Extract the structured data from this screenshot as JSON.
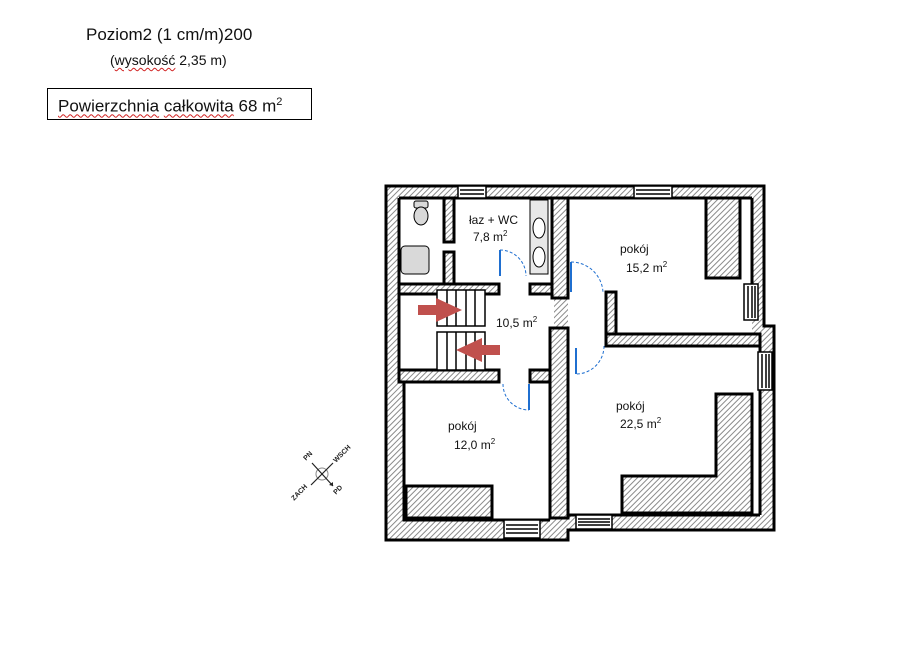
{
  "header": {
    "title": "Poziom2 (1 cm/m)200",
    "height_prefix": "(",
    "height_word": "wysokość",
    "height_value": " 2,35 m)",
    "total_area_word1": "Powierzchnia",
    "total_area_word2": "całkowita",
    "total_area_value": " 68 m",
    "total_area_sup": "2"
  },
  "rooms": [
    {
      "id": "bathroom",
      "name": "łaz + WC",
      "area": "7,8 m",
      "sup": "2"
    },
    {
      "id": "hall",
      "name": "",
      "area": "10,5 m",
      "sup": "2"
    },
    {
      "id": "room-ne",
      "name": "pokój",
      "area": "15,2 m",
      "sup": "2"
    },
    {
      "id": "room-sw",
      "name": "pokój",
      "area": "12,0 m",
      "sup": "2"
    },
    {
      "id": "room-se",
      "name": "pokój",
      "area": "22,5 m",
      "sup": "2"
    }
  ],
  "compass": {
    "n": "PN",
    "e": "WSCH",
    "s": "PD",
    "w": "ZACH"
  },
  "colors": {
    "wall": "#000000",
    "hatch": "#b0b0b0",
    "door": "#1f6fd0",
    "arrow": "#c0504d",
    "fixture": "#d9d9d9"
  }
}
